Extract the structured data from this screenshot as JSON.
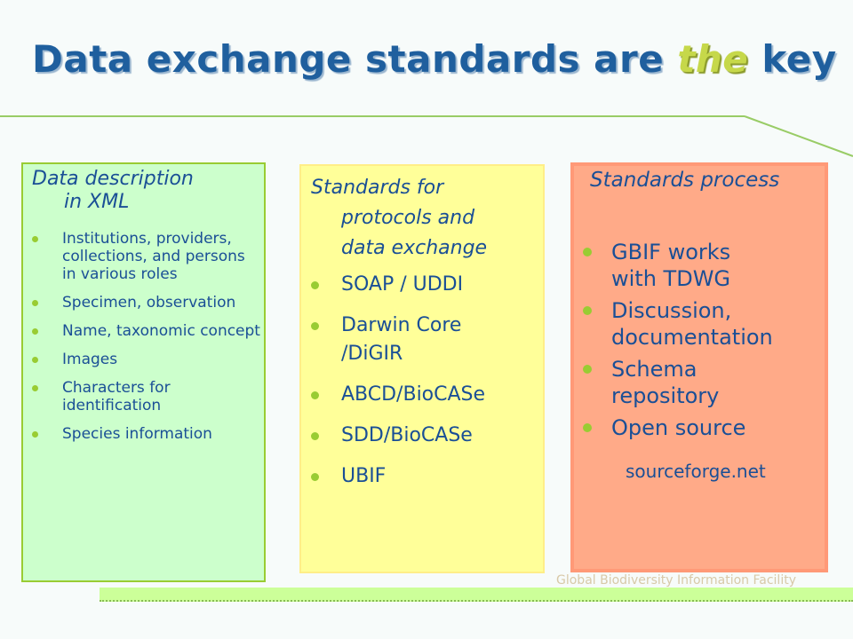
{
  "title": {
    "before": "Data exchange standards are ",
    "emphasis": "the",
    "after": " key"
  },
  "box_xml": {
    "heading_line1": "Data description",
    "heading_line2": "in XML",
    "items": [
      "Institutions, providers, collections, and persons in various roles",
      "Specimen, observation",
      "Name, taxonomic concept",
      "Images",
      "Characters for identification",
      "Species information"
    ]
  },
  "box_protocols": {
    "heading_line1": "Standards for",
    "heading_line2": "protocols and",
    "heading_line3": "data exchange",
    "items": [
      "SOAP / UDDI",
      "Darwin Core /DiGIR",
      "ABCD/BioCASe",
      "SDD/BioCASe",
      "UBIF"
    ]
  },
  "box_process": {
    "heading": "Standards process",
    "items": [
      "GBIF works with TDWG",
      "Discussion, documentation",
      "Schema repository",
      "Open source"
    ],
    "sub_line": "sourceforge.net"
  },
  "footer": {
    "text": "Global Biodiversity Information Facility"
  },
  "colors": {
    "title": "#1f5f9e",
    "emphasis": "#c6d84a",
    "text": "#1a4f96",
    "bullet": "#99cc33",
    "box_xml_bg": "#ccffcc",
    "box_protocols_bg": "#ffff99",
    "box_process_bg": "#ffaa88"
  }
}
